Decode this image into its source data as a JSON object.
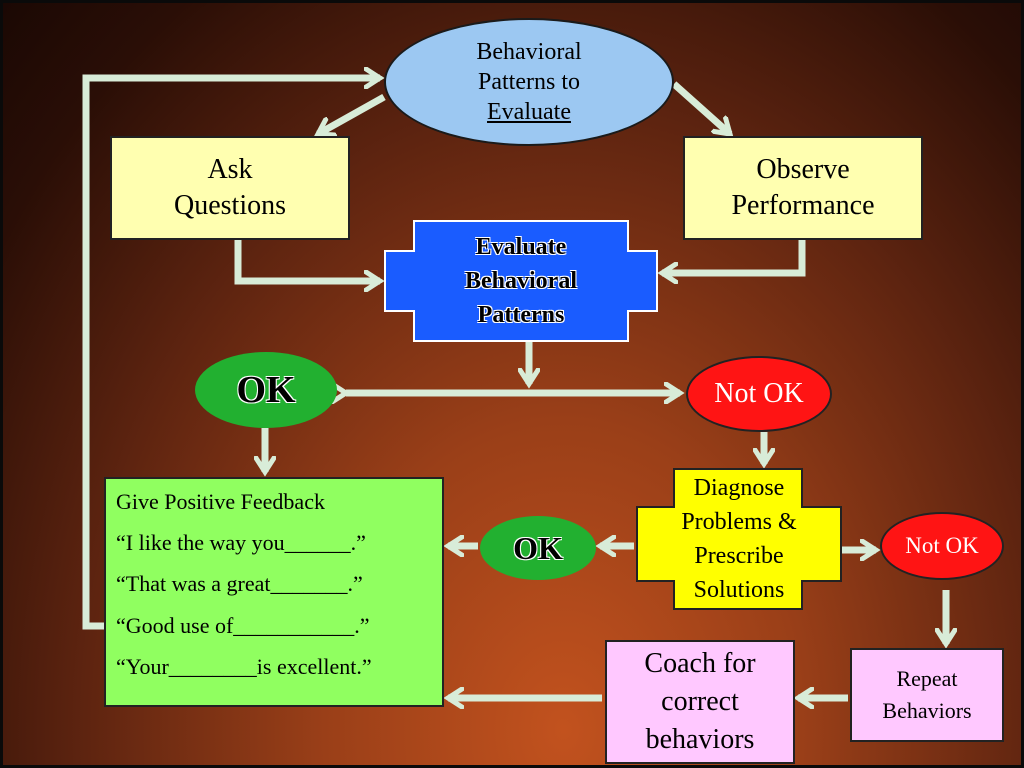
{
  "diagram": {
    "nodes": {
      "behavioral_patterns": {
        "line1": "Behavioral",
        "line2": "Patterns to",
        "line3": "Evaluate"
      },
      "ask_questions": {
        "line1": "Ask",
        "line2": "Questions"
      },
      "observe_performance": {
        "line1": "Observe",
        "line2": "Performance"
      },
      "evaluate_patterns": {
        "line1": "Evaluate",
        "line2": "Behavioral",
        "line3": "Patterns"
      },
      "ok_top": {
        "label": "OK"
      },
      "not_ok_top": {
        "label": "Not OK"
      },
      "positive_feedback": {
        "title": "Give Positive Feedback",
        "phrases": [
          "“I like the way you______.”",
          "“That was a great_______.”",
          "“Good use of___________.”",
          "“Your________is excellent.”"
        ]
      },
      "diagnose": {
        "line1": "Diagnose",
        "line2": "Problems &",
        "line3": "Prescribe",
        "line4": "Solutions"
      },
      "ok_bottom": {
        "label": "OK"
      },
      "not_ok_bottom": {
        "label": "Not OK"
      },
      "coach": {
        "line1": "Coach for",
        "line2": "correct",
        "line3": "behaviors"
      },
      "repeat": {
        "line1": "Repeat",
        "line2": "Behaviors"
      }
    },
    "colors": {
      "background": "#6b2a12",
      "arrow": "#d8ecd8",
      "ellipse_blue": "#9cc8f2",
      "yellow_box": "#ffffb0",
      "blue_box": "#1a5cff",
      "ok_green": "#22b030",
      "not_ok_red": "#ff1414",
      "feedback_green": "#90ff60",
      "diagnose_yellow": "#ffff00",
      "pink_box": "#ffc8ff"
    }
  }
}
